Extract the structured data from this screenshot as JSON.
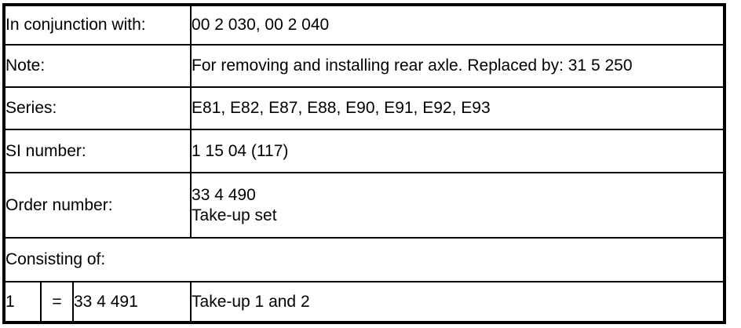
{
  "document": {
    "colors": {
      "background": "#ffffff",
      "border": "#000000",
      "text": "#000000"
    },
    "info_rows": [
      {
        "label": "In conjunction with:",
        "value": "00 2 030, 00 2 040"
      },
      {
        "label": "Note:",
        "value": "For removing and installing rear axle. Replaced by: 31 5 250"
      },
      {
        "label": "Series:",
        "value": "E81, E82, E87, E88, E90, E91, E92, E93"
      },
      {
        "label": "SI number:",
        "value": "1 15 04 (117)"
      },
      {
        "label": "Order number:",
        "value_line1": "33 4 490",
        "value_line2": "Take-up set"
      }
    ],
    "section_label": "Consisting of:",
    "parts": [
      {
        "item_no": "1",
        "equals_sign": "=",
        "part_number": "33 4 491",
        "description": "Take-up 1 and 2"
      }
    ]
  }
}
